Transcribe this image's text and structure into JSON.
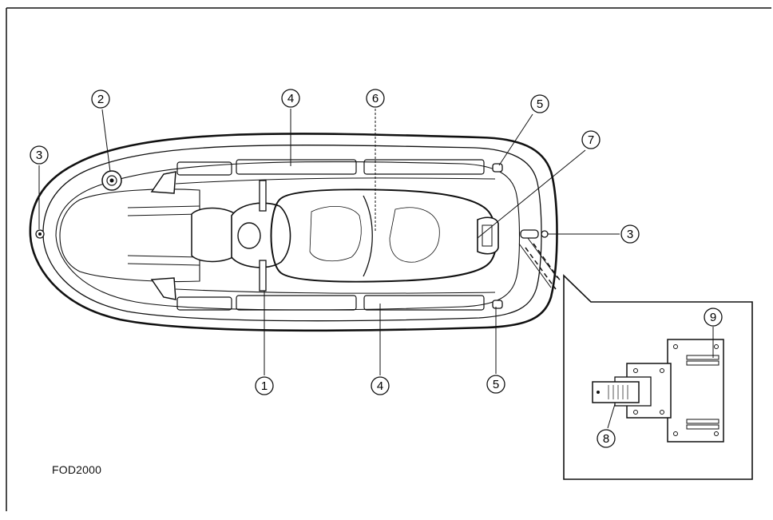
{
  "figure_code": "FOD2000",
  "callouts": {
    "c1_left_top": "3",
    "c2": "2",
    "c4_top": "4",
    "c6": "6",
    "c5_top": "5",
    "c7": "7",
    "c3_right": "3",
    "c1_bottom": "1",
    "c4_bottom": "4",
    "c5_bottom": "5",
    "c9": "9",
    "c8": "8"
  },
  "colors": {
    "line": "#111111",
    "background": "#ffffff",
    "hatch": "#555555"
  }
}
